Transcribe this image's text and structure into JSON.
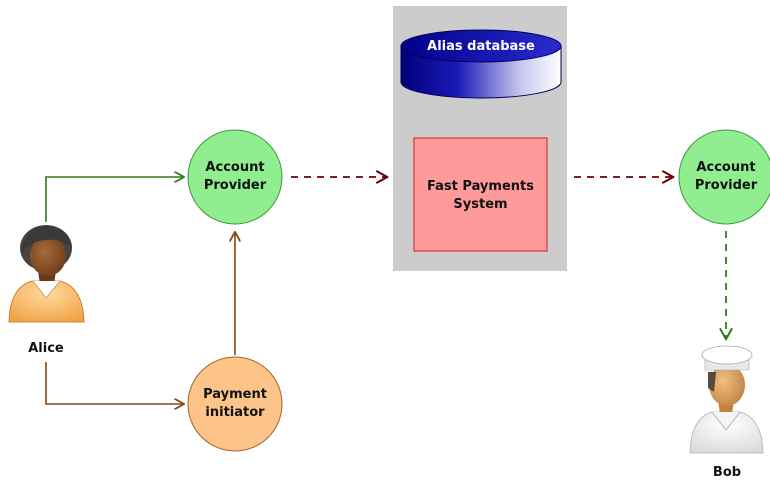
{
  "nodes": {
    "account_provider_left": {
      "line1": "Account",
      "line2": "Provider"
    },
    "payment_initiator": {
      "line1": "Payment",
      "line2": "initiator"
    },
    "fast_payments_system": {
      "line1": "Fast Payments",
      "line2": "System"
    },
    "alias_database": {
      "label": "Alias database"
    },
    "account_provider_right": {
      "line1": "Account",
      "line2": "Provider"
    }
  },
  "people": {
    "alice": {
      "label": "Alice"
    },
    "bob": {
      "label": "Bob"
    }
  },
  "colors": {
    "account_provider_fill": "#90ee90",
    "account_provider_stroke": "#3a9a3a",
    "payment_initiator_fill": "#fdc48a",
    "payment_initiator_stroke": "#a0622a",
    "fast_payments_fill": "#ff9a9a",
    "fast_payments_stroke": "#cc2222",
    "system_container_bg": "#cccccc",
    "database_fill": "#0a0aa0",
    "arrow_green": "#2e7d1a",
    "arrow_brown": "#8b4513",
    "arrow_darkred": "#6b0000",
    "arrow_dashed_green": "#2e7d1a"
  }
}
